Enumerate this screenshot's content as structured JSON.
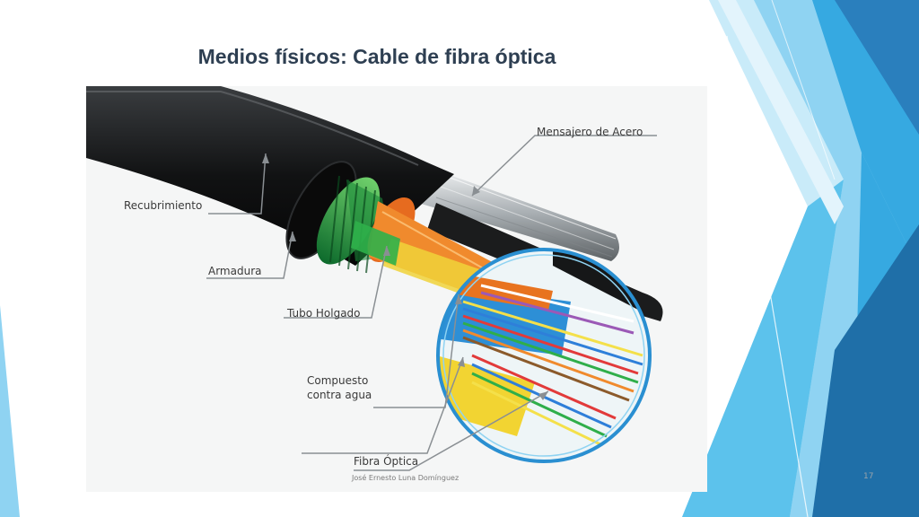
{
  "slide": {
    "title": "Medios físicos: Cable de fibra óptica",
    "author": "José Ernesto Luna Domínguez",
    "page_number": "17"
  },
  "figure": {
    "labels": {
      "recubrimiento": "Recubrimiento",
      "mensajero": "Mensajero de Acero",
      "armadura": "Armadura",
      "tubo": "Tubo Holgado",
      "compuesto_line1": "Compuesto",
      "compuesto_line2": "contra agua",
      "fibra": "Fibra Óptica"
    }
  },
  "theme": {
    "accent_light": "#8fd3f2",
    "accent_mid": "#36a9e1",
    "accent_dark": "#1f6fa8",
    "title_color": "#2e3f52"
  }
}
